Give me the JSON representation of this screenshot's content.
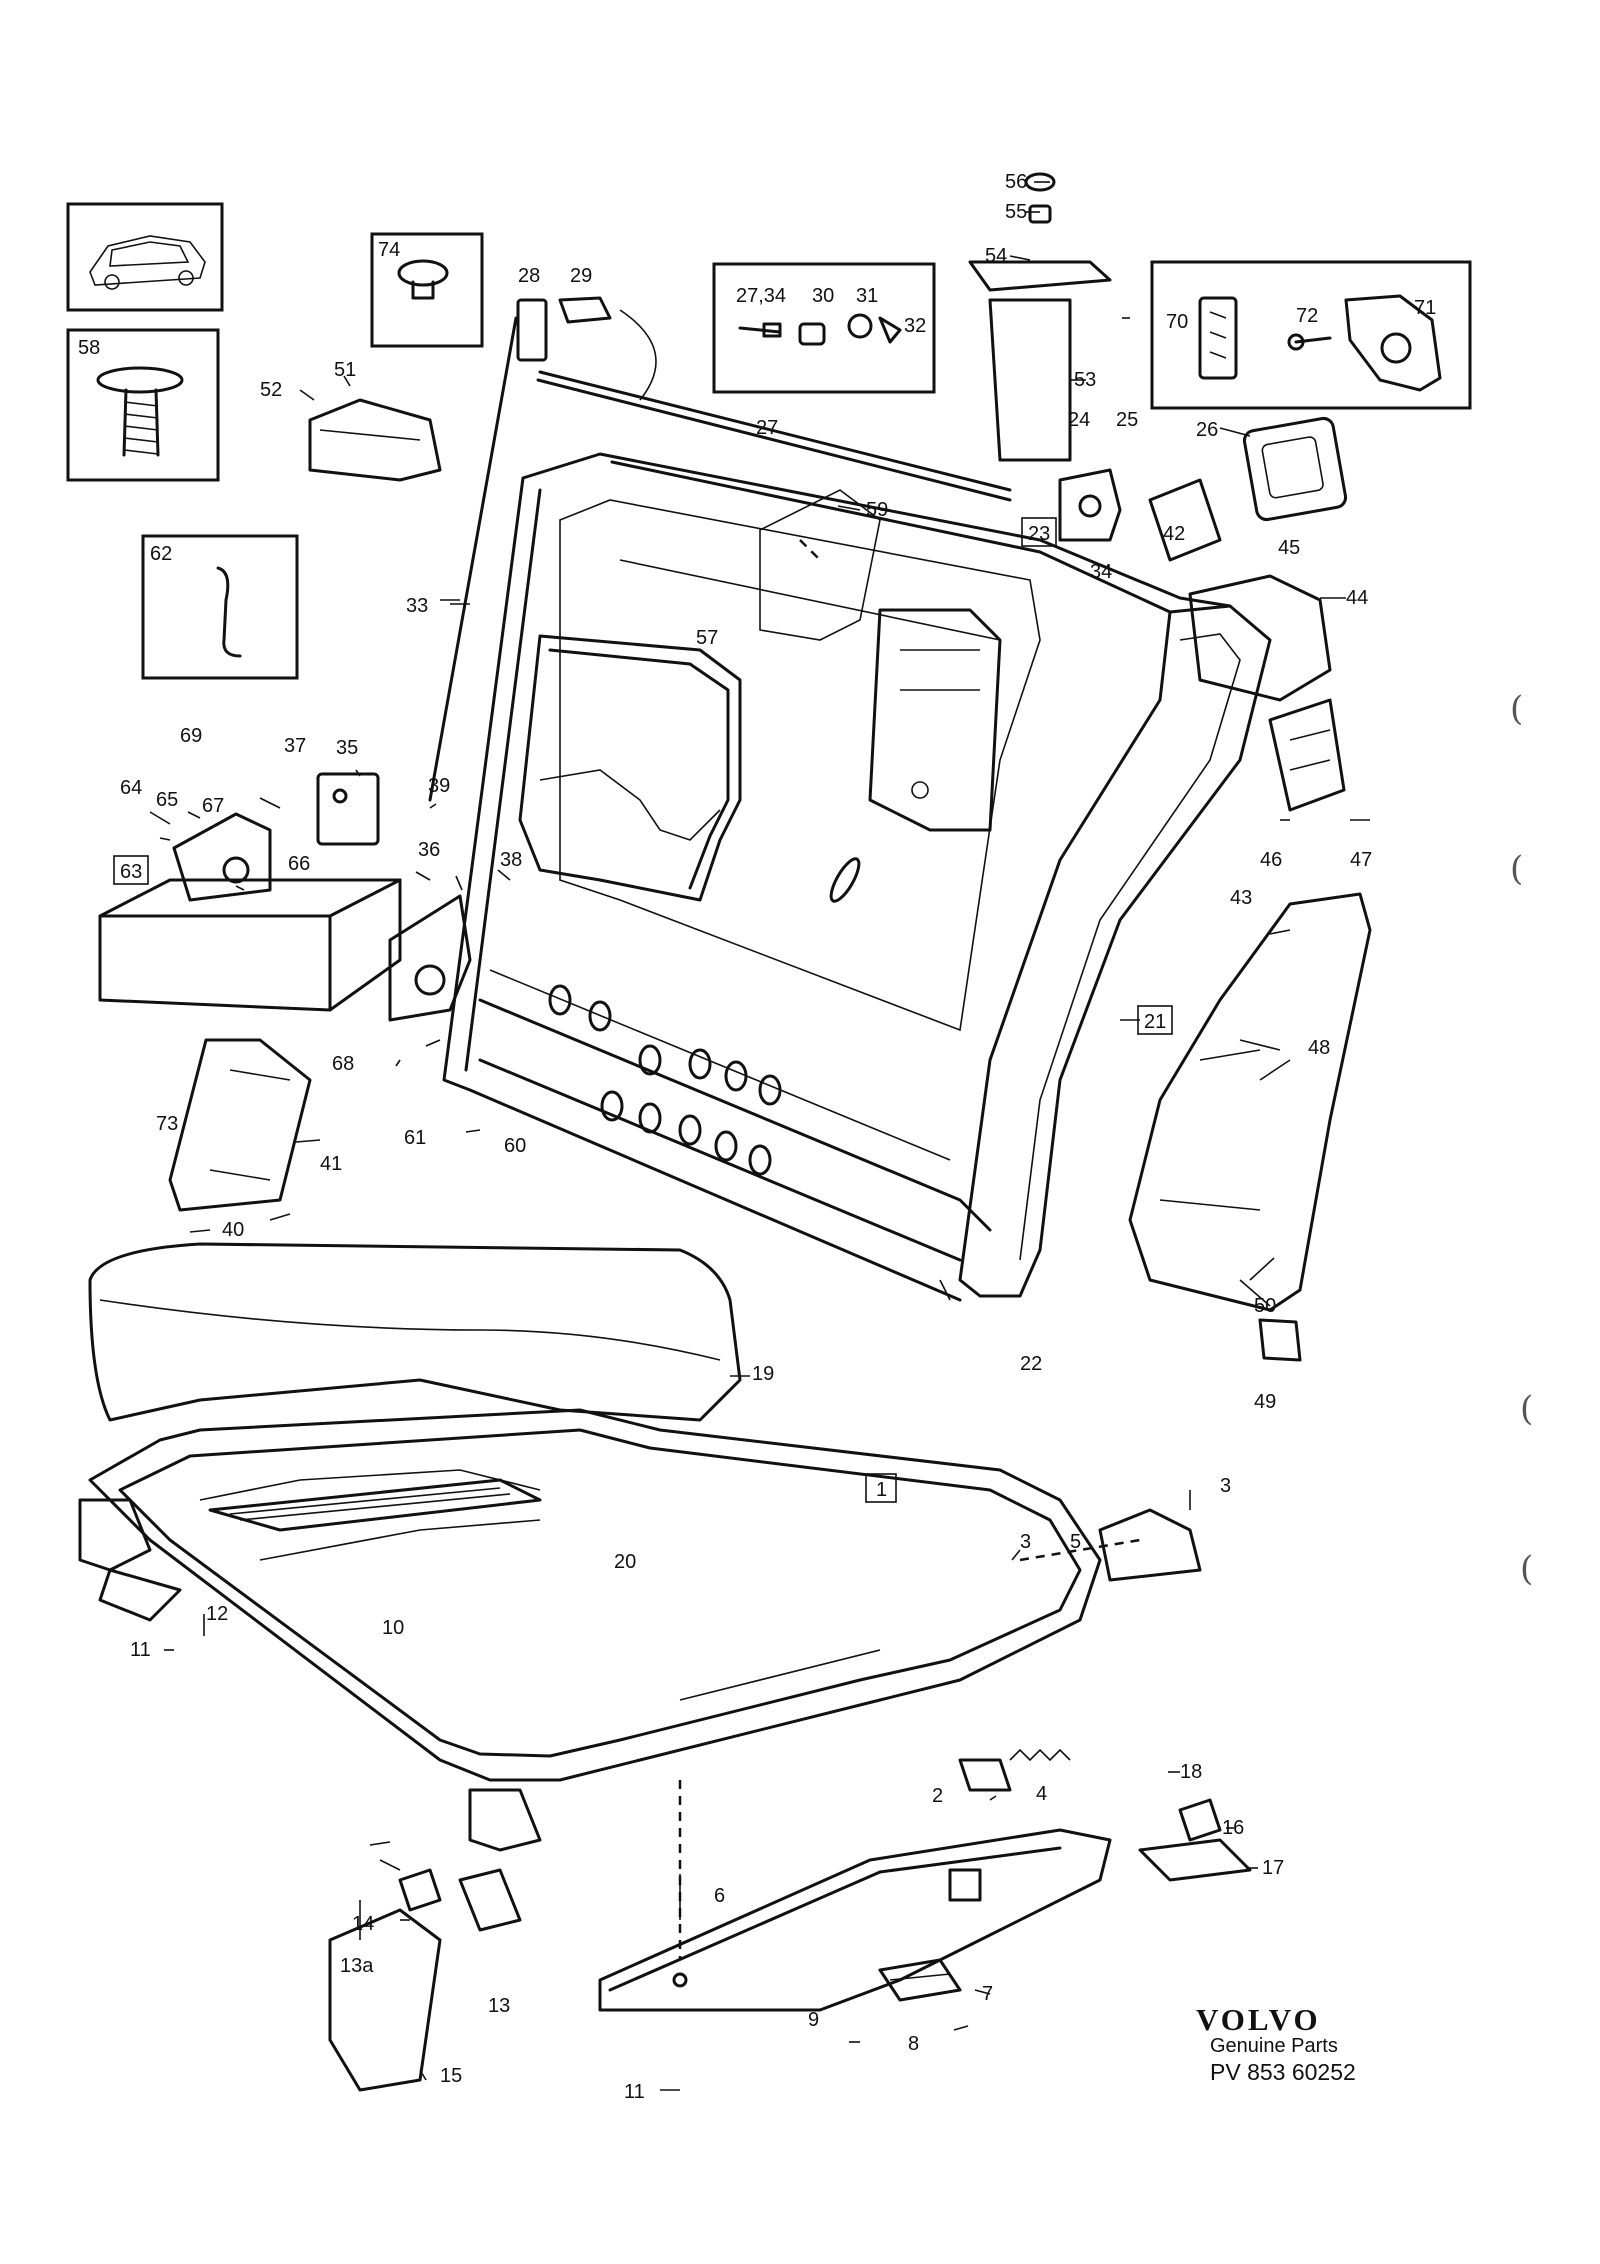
{
  "brand": {
    "name": "VOLVO",
    "subtitle": "Genuine Parts",
    "code": "PV 853 60252"
  },
  "callouts": {
    "c1": "1",
    "c2": "2",
    "c3a": "3",
    "c3b": "3",
    "c4": "4",
    "c5": "5",
    "c6": "6",
    "c7": "7",
    "c8": "8",
    "c9": "9",
    "c10": "10",
    "c11a": "11",
    "c11b": "11",
    "c12": "12",
    "c13": "13",
    "c13a": "13a",
    "c14": "14",
    "c15": "15",
    "c16": "16",
    "c17": "17",
    "c18": "18",
    "c19": "19",
    "c20": "20",
    "c21": "21",
    "c22": "22",
    "c23": "23",
    "c24": "24",
    "c25": "25",
    "c26": "26",
    "c27": "27",
    "c27_34": "27,34",
    "c28": "28",
    "c29": "29",
    "c30": "30",
    "c31": "31",
    "c32": "32",
    "c33": "33",
    "c34": "34",
    "c35": "35",
    "c36": "36",
    "c37": "37",
    "c38": "38",
    "c39": "39",
    "c40": "40",
    "c41": "41",
    "c42": "42",
    "c43": "43",
    "c44": "44",
    "c45": "45",
    "c46": "46",
    "c47": "47",
    "c48": "48",
    "c49": "49",
    "c50": "50",
    "c51": "51",
    "c52": "52",
    "c53": "53",
    "c54": "54",
    "c55": "55",
    "c56": "56",
    "c57": "57",
    "c58": "58",
    "c59": "59",
    "c60": "60",
    "c61": "61",
    "c62": "62",
    "c63": "63",
    "c64": "64",
    "c65": "65",
    "c66": "66",
    "c67": "67",
    "c68": "68",
    "c69": "69",
    "c70": "70",
    "c71": "71",
    "c72": "72",
    "c73": "73",
    "c74": "74"
  },
  "margin_marks": {
    "m1": "(",
    "m2": "(",
    "m3": "(",
    "m4": "("
  }
}
